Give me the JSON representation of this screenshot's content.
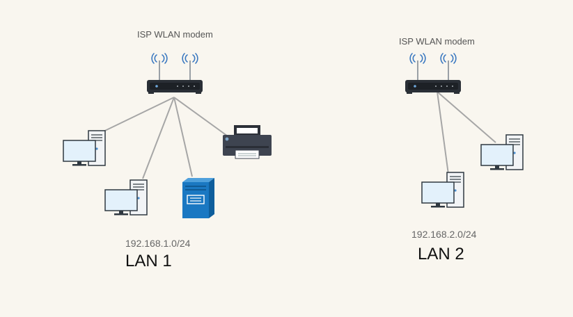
{
  "networks": [
    {
      "modem_label": "ISP WLAN modem",
      "subnet": "192.168.1.0/24",
      "name": "LAN 1",
      "devices": [
        "desktop-computer",
        "desktop-computer",
        "server",
        "printer"
      ]
    },
    {
      "modem_label": "ISP WLAN modem",
      "subnet": "192.168.2.0/24",
      "name": "LAN 2",
      "devices": [
        "desktop-computer",
        "desktop-computer"
      ]
    }
  ],
  "colors": {
    "background": "#f9f6ef",
    "link": "#a6a6a6",
    "modem": "#2a2f36",
    "antenna_waves": "#3a78c0",
    "server": "#1a78c2",
    "printer": "#3e4450",
    "monitor_screen": "#e3f1fb",
    "computer_body": "#f2f4f6"
  }
}
